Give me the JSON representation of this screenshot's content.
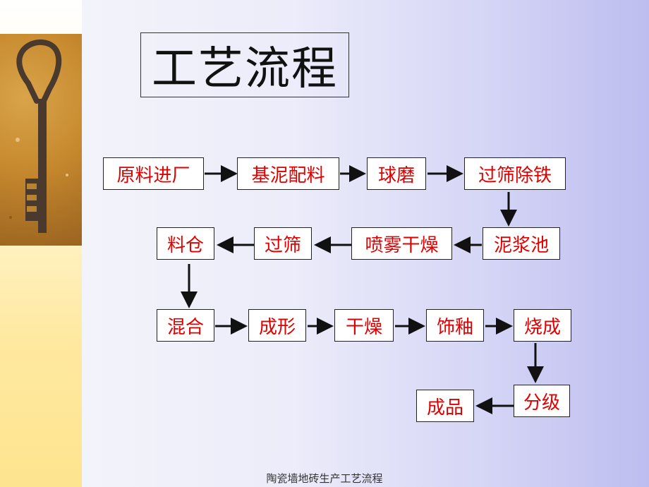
{
  "title": "工艺流程",
  "decoration": {
    "image": "old-key-photo",
    "colors": {
      "strip": "#fde48f",
      "sand": "#c7892e"
    }
  },
  "colors": {
    "node_text": "#e00000",
    "node_border": "#222222",
    "arrow": "#111111"
  },
  "flow": {
    "n1": "原料进厂",
    "n2": "基泥配料",
    "n3": "球磨",
    "n4": "过筛除铁",
    "n5": "泥浆池",
    "n6": "喷雾干燥",
    "n7": "过筛",
    "n8": "料仓",
    "n9": "混合",
    "n10": "成形",
    "n11": "干燥",
    "n12": "饰釉",
    "n13": "烧成",
    "n14": "分级",
    "n15": "成品"
  },
  "footer": "陶瓷墙地砖生产工艺流程"
}
